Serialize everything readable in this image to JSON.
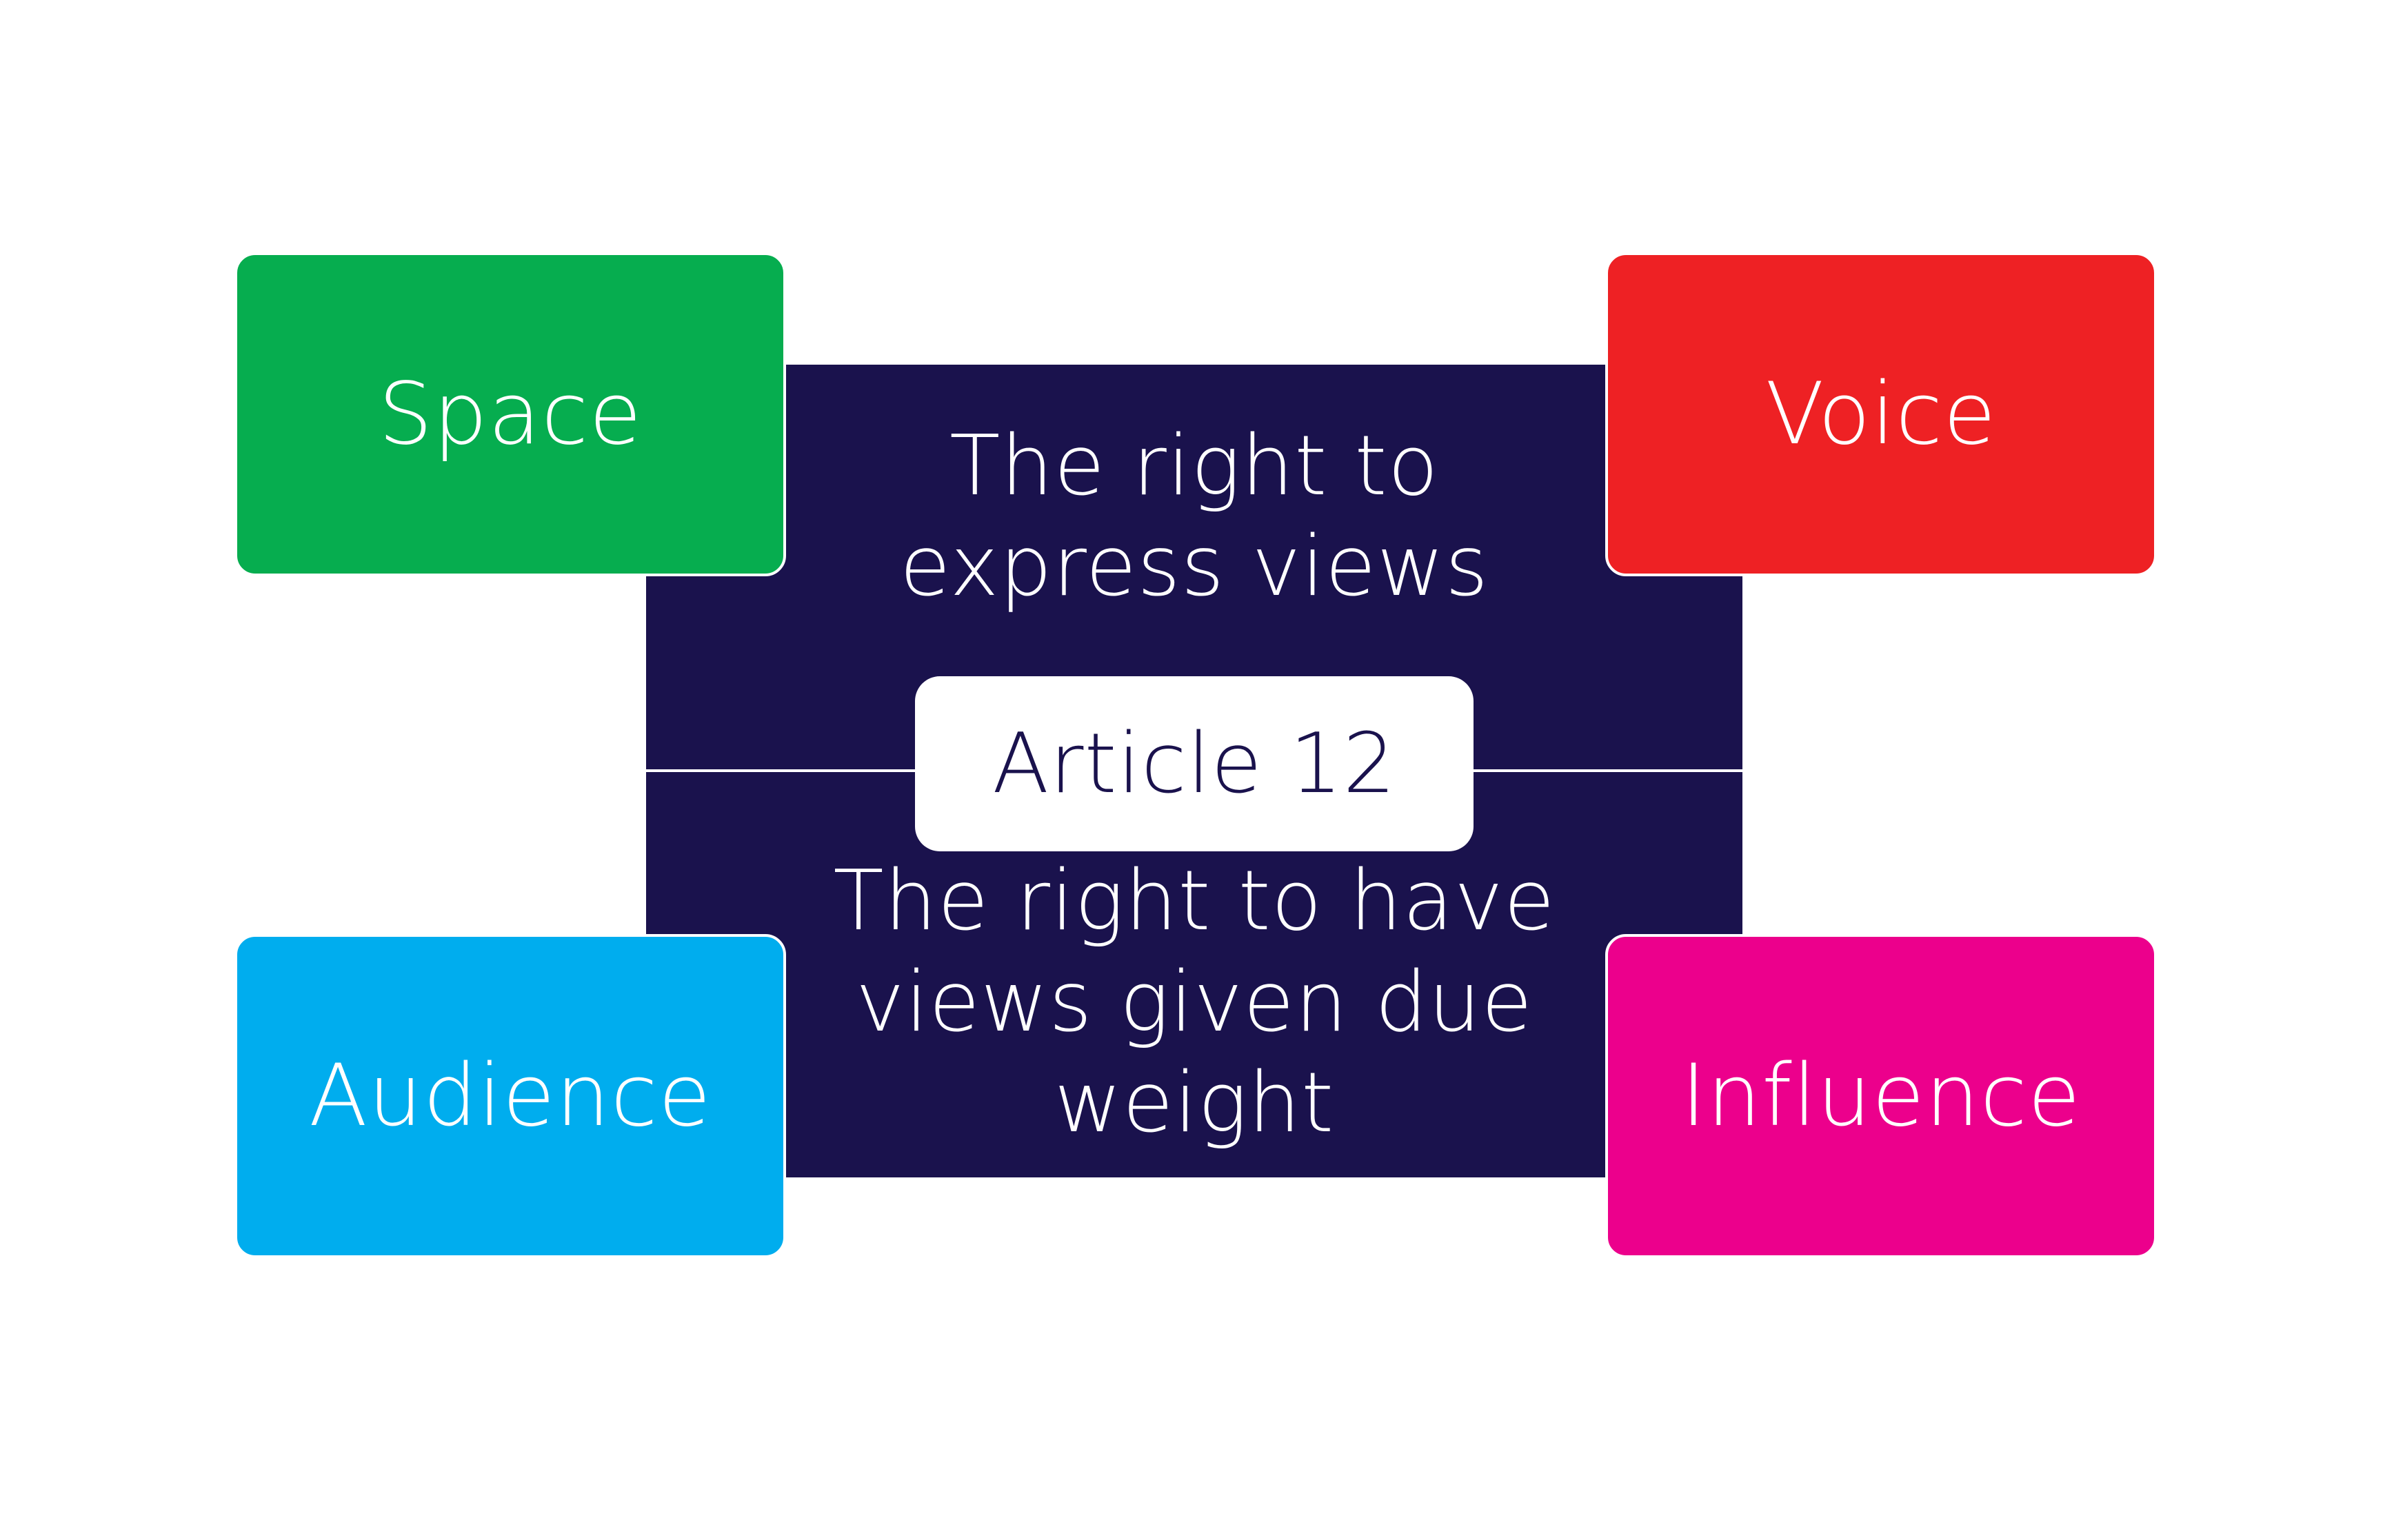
{
  "center": {
    "label": "Article 12",
    "top_text": "The right to express views",
    "bottom_text": "The right to have views given due weight"
  },
  "cards": {
    "space": {
      "label": "Space",
      "color": "#06ad4f"
    },
    "voice": {
      "label": "Voice",
      "color": "#ee2124"
    },
    "audience": {
      "label": "Audience",
      "color": "#00adee"
    },
    "influence": {
      "label": "Influence",
      "color": "#ec008c"
    }
  },
  "colors": {
    "panel": "#1a124d",
    "background": "#ffffff"
  }
}
